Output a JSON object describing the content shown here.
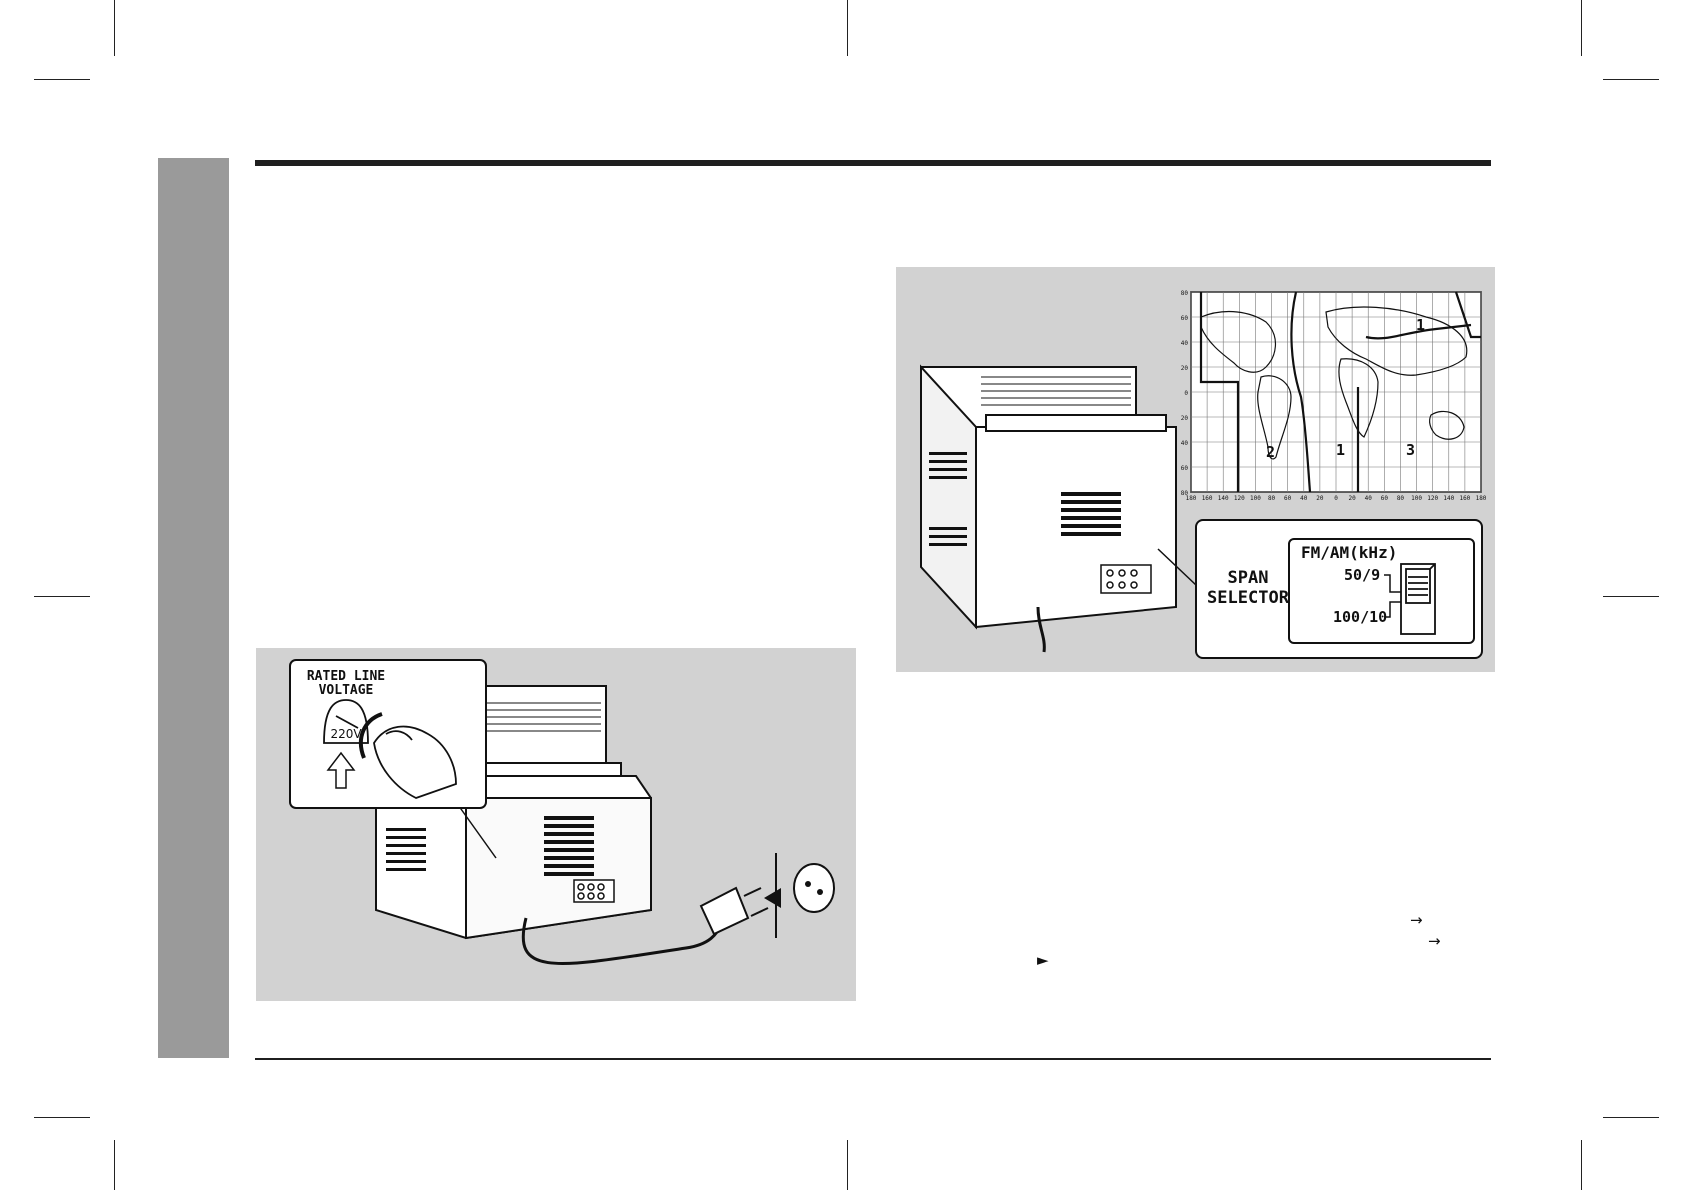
{
  "voltage_figure": {
    "callout_label_line1": "RATED LINE",
    "callout_label_line2": "VOLTAGE",
    "voltage_value": "220V"
  },
  "span_figure": {
    "map_zones": [
      "1",
      "2",
      "1",
      "3"
    ],
    "map_lat_ticks": [
      "80",
      "60",
      "40",
      "20",
      "0",
      "20",
      "40",
      "60",
      "80"
    ],
    "map_lon_ticks": [
      "180",
      "160",
      "140",
      "120",
      "100",
      "80",
      "60",
      "40",
      "20",
      "0",
      "20",
      "40",
      "60",
      "80",
      "100",
      "120",
      "140",
      "160",
      "180"
    ],
    "selector_title_line1": "SPAN",
    "selector_title_line2": "SELECTOR",
    "selector_header": "FM/AM(kHz)",
    "option_upper": "50/9",
    "option_lower": "100/10"
  },
  "text_glyphs": {
    "arrow_1": "→",
    "arrow_2": "→",
    "play_symbol": "►"
  },
  "colors": {
    "side_tab": "#9a9a9a",
    "figure_background": "#d2d2d2",
    "rule": "#1f1f1f"
  }
}
